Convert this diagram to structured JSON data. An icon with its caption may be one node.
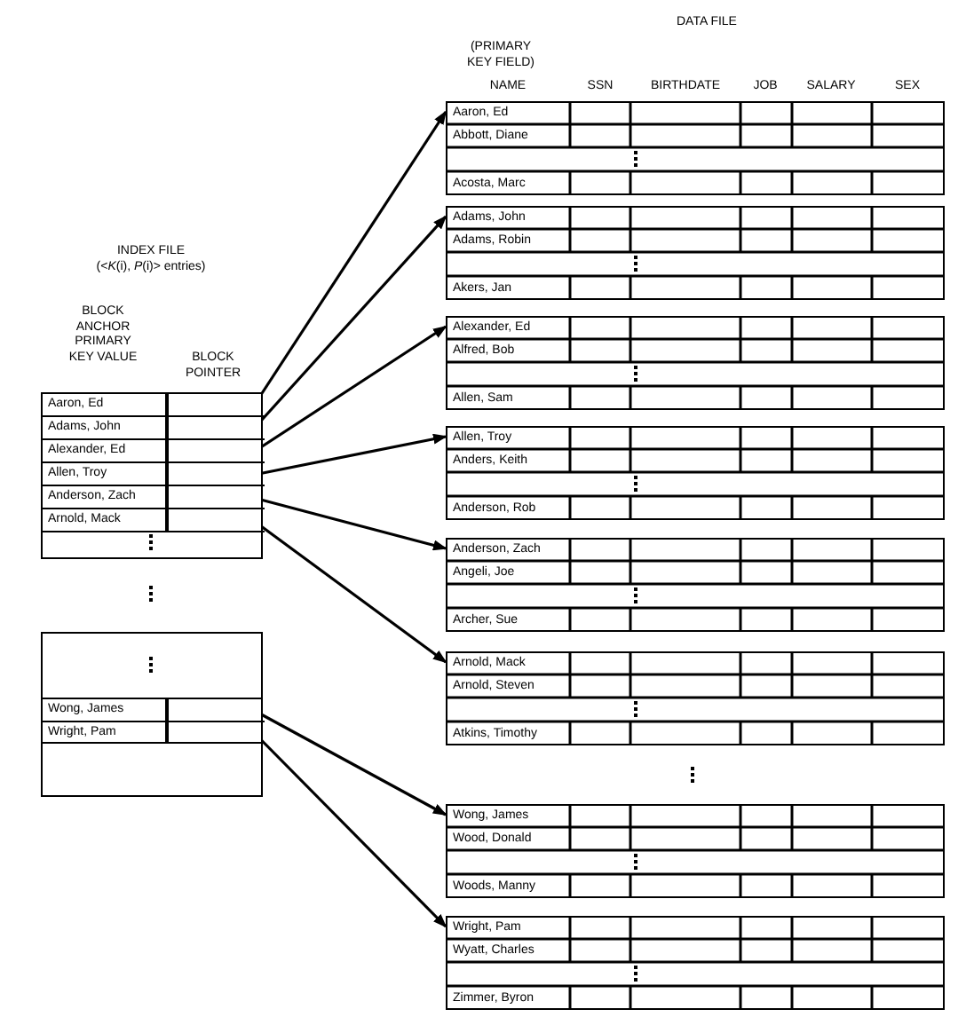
{
  "diagram": {
    "nodes": [
      {
        "text": [],
        "shape": "box"
      },
      {
        "text": [
          "Aaron, Ed"
        ],
        "in": 0
      },
      {
        "text": [
          "Adams, John"
        ],
        "in": 0
      },
      {
        "text": [
          "Alexander, Ed"
        ],
        "in": 0
      },
      {
        "text": [
          "Allen, Troy"
        ],
        "in": 0
      },
      {
        "text": [
          "Anderson, Zach"
        ],
        "in": 0
      },
      {
        "text": [
          "Arnold, Mack"
        ],
        "in": 0
      },
      {
        "text": [],
        "shape": "box"
      },
      {
        "text": [
          "Wong, James"
        ],
        "in": 7
      },
      {
        "text": [
          "Wright, Pam"
        ],
        "in": 7
      },
      {
        "text": [
          "Aaron, Ed",
          "Abbott, Diane",
          "Acosta, Marc"
        ]
      },
      {
        "text": [
          "Adams, John",
          "Adams, Robin",
          "Akers, Jan"
        ]
      },
      {
        "text": [
          "Alexander, Ed",
          "Alfred, Bob",
          "Allen, Sam"
        ]
      },
      {
        "text": [
          "Allen, Troy",
          "Anders, Keith",
          "Anderson, Rob"
        ]
      },
      {
        "text": [
          "Anderson, Zach",
          "Angeli, Joe",
          "Archer, Sue"
        ]
      },
      {
        "text": [
          "Arnold, Mack",
          "Arnold, Steven",
          "Atkins, Timothy"
        ]
      },
      {
        "text": [
          "Wong, James",
          "Wood, Donald",
          "Woods, Manny"
        ]
      },
      {
        "text": [
          "Wright, Pam",
          "Wyatt, Charles",
          "Zimmer, Byron"
        ]
      }
    ],
    "edges": [
      {
        "from": 1,
        "to": 10,
        "arrow": "to"
      },
      {
        "from": 2,
        "to": 11,
        "arrow": "to"
      },
      {
        "from": 3,
        "to": 12,
        "arrow": "to"
      },
      {
        "from": 4,
        "to": 13,
        "arrow": "to"
      },
      {
        "from": 5,
        "to": 14,
        "arrow": "to"
      },
      {
        "from": 6,
        "to": 15,
        "arrow": "to"
      },
      {
        "from": 8,
        "to": 16,
        "arrow": "to"
      },
      {
        "from": 9,
        "to": 17,
        "arrow": "to"
      }
    ],
    "labels": [
      "DATA FILE",
      "(PRIMARY KEY FIELD)",
      "NAME",
      "SSN",
      "BIRTHDATE",
      "JOB",
      "SALARY",
      "SEX",
      "INDEX FILE",
      "(<*K*(i), *P*(i)> entries)",
      "BLOCK ANCHOR PRIMARY KEY VALUE",
      "BLOCK POINTER"
    ]
  }
}
